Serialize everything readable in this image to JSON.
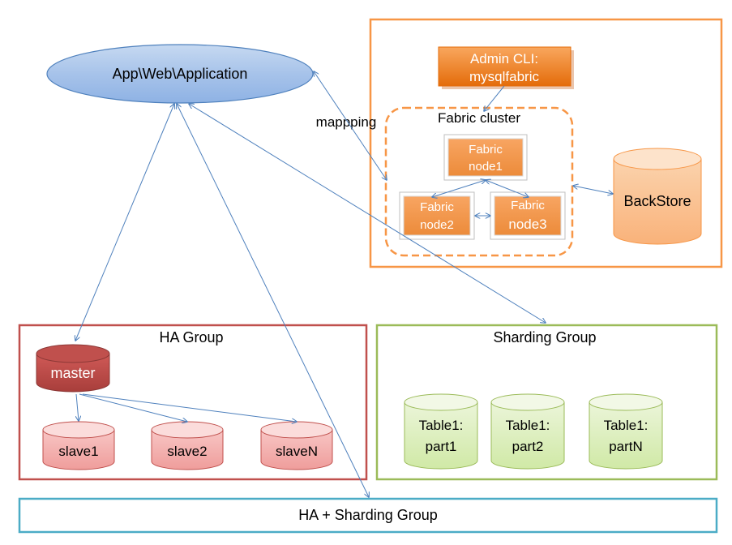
{
  "app": {
    "label": "App\\Web\\Application"
  },
  "mapping_label": "mappping",
  "fabric_box": {
    "admin_cli": {
      "line1": "Admin CLI:",
      "line2": "mysqlfabric"
    },
    "cluster_title": "Fabric cluster",
    "node1": {
      "line1": "Fabric",
      "line2": "node1"
    },
    "node2": {
      "line1": "Fabric",
      "line2": "node2"
    },
    "node3": {
      "line1": "Fabric",
      "line2": "node3"
    },
    "backstore": "BackStore"
  },
  "ha_group": {
    "title": "HA Group",
    "master": "master",
    "slaves": [
      "slave1",
      "slave2",
      "slaveN"
    ]
  },
  "sharding_group": {
    "title": "Sharding Group",
    "tables": [
      {
        "line1": "Table1:",
        "line2": "part1"
      },
      {
        "line1": "Table1:",
        "line2": "part2"
      },
      {
        "line1": "Table1:",
        "line2": "partN"
      }
    ]
  },
  "ha_sharding": {
    "title": "HA + Sharding Group"
  },
  "colors": {
    "orange": "#f79646",
    "red_border": "#c0504d",
    "green_border": "#9bbb59",
    "teal_border": "#4bacc6",
    "arrow": "#4f81bd"
  }
}
